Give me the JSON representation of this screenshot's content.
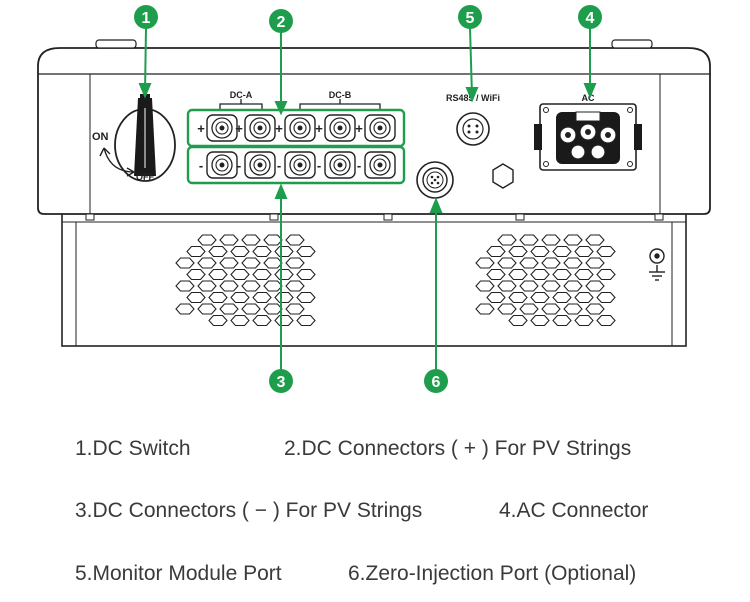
{
  "labels": {
    "dc_a": "DC-A",
    "dc_b": "DC-B",
    "on": "ON",
    "off": "OFF",
    "rs485_wifi": "RS485 / WiFi",
    "ac": "AC"
  },
  "plus_sign": "+",
  "minus_sign": "-",
  "callouts": [
    "1",
    "2",
    "3",
    "4",
    "5",
    "6"
  ],
  "legend": {
    "item1": "1.DC Switch",
    "item2": "2.DC Connectors ( + ) For PV Strings",
    "item3": "3.DC Connectors ( − ) For PV Strings",
    "item4": "4.AC Connector",
    "item5": "5.Monitor Module Port",
    "item6": "6.Zero-Injection Port (Optional)"
  },
  "colors": {
    "callout_green": "#1e9e4d",
    "line": "#222222",
    "legend_text": "#3a3a3a"
  },
  "icons": [
    "dc-switch-knob-icon",
    "ground-symbol-icon",
    "vent-grille-icon"
  ]
}
